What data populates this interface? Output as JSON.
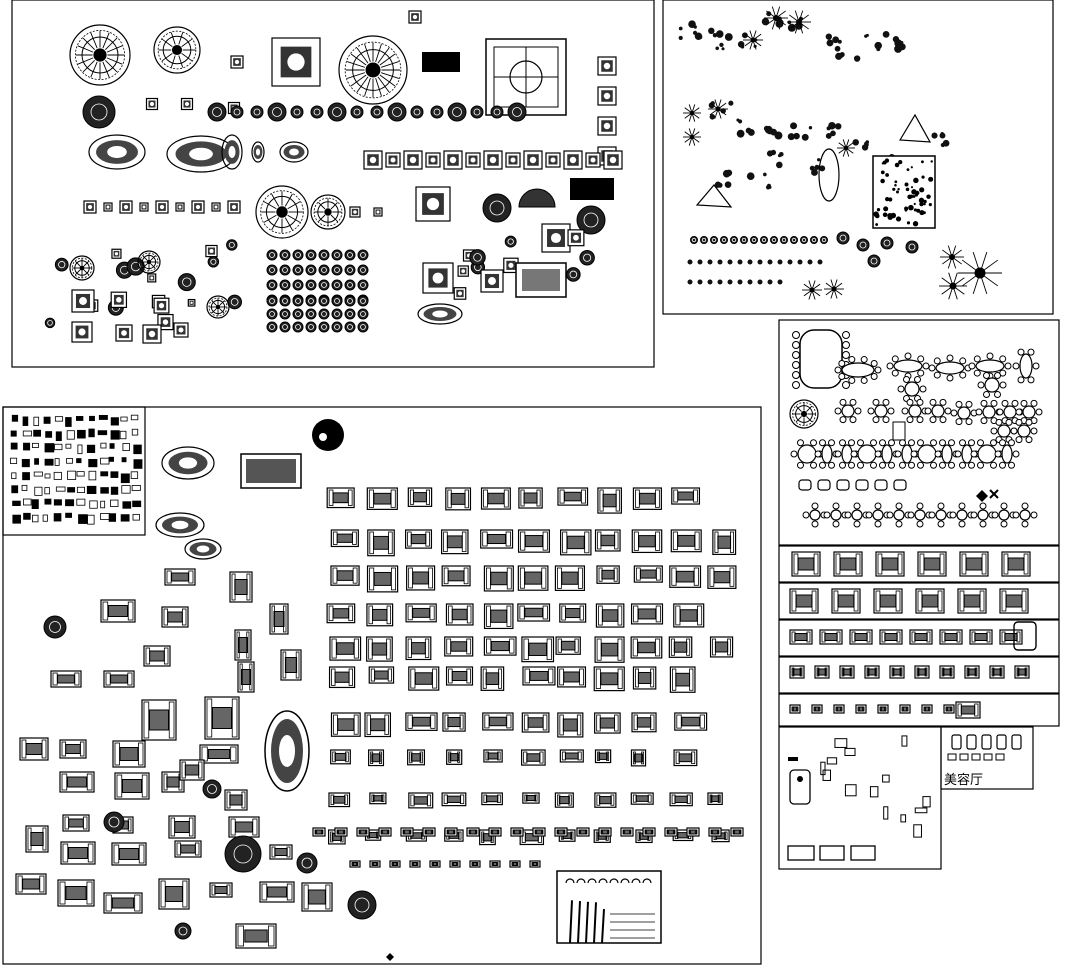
{
  "sheet": {
    "salon_label": "美容厅",
    "background": "#ffffff",
    "ink": "#000000"
  },
  "panels": [
    {
      "name": "panel-floor-medallions",
      "content": "floor-medallion-icons"
    },
    {
      "name": "panel-landscape-plants",
      "content": "tree-and-plant-icons"
    },
    {
      "name": "panel-dining-tables",
      "content": "dining-table-icons"
    },
    {
      "name": "panel-sofa-groups",
      "content": "sofa-group-icons"
    },
    {
      "name": "panel-small-furniture",
      "content": "small-furniture-icons"
    },
    {
      "name": "panel-bathroom-fixtures",
      "content": "bathroom-fixture-icons"
    },
    {
      "name": "panel-salon",
      "content": "salon-chair-icons"
    },
    {
      "name": "panel-living-room-furniture",
      "content": "living-room-furniture-icons"
    }
  ]
}
